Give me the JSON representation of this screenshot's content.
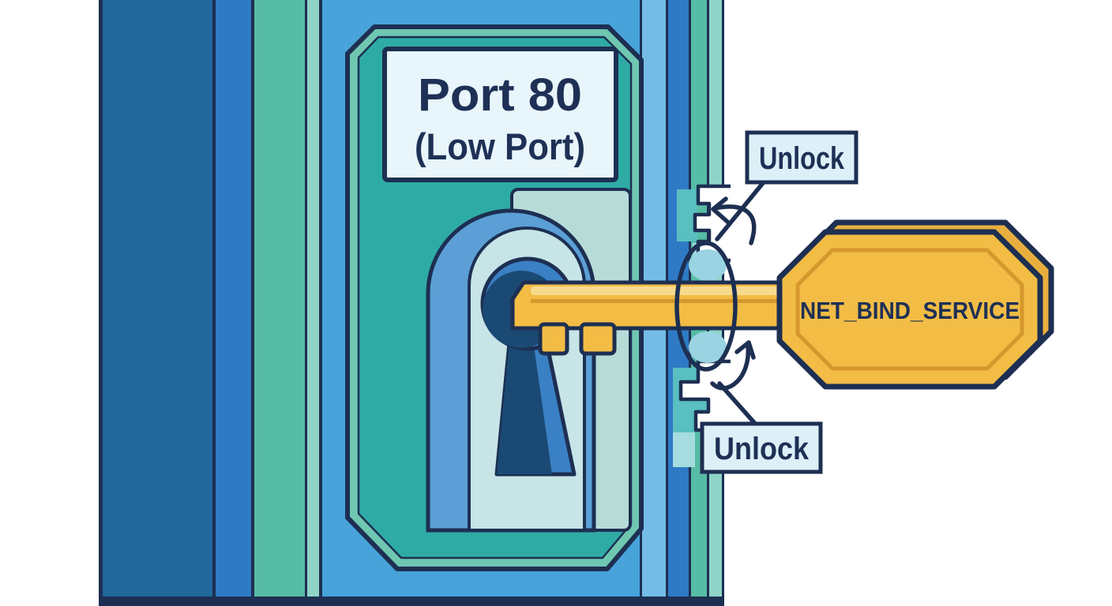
{
  "sign": {
    "title": "Port 80",
    "subtitle": "(Low Port)"
  },
  "key": {
    "label": "NET_BIND_SERVICE"
  },
  "callouts": {
    "top": {
      "label": "Unlock"
    },
    "bottom": {
      "label": "Unlock"
    }
  },
  "icons": [
    "door-icon",
    "keyhole-icon",
    "key-icon",
    "rotation-arrow-top-icon",
    "rotation-arrow-bottom-icon",
    "lock-cylinder-icon",
    "strike-notch-icon"
  ],
  "palette": {
    "background": "#ffffff",
    "outline_navy": "#1d2f52",
    "text_navy": "#1e3055",
    "door_dark_blue": "#21689b",
    "door_blue": "#2f7ac5",
    "door_teal": "#57bca5",
    "door_pale_teal": "#90d4c8",
    "door_face_blue": "#47a3da",
    "door_edge_light_blue": "#74bce6",
    "plate_green": "#6fc7b1",
    "plate_teal": "#2faba5",
    "recess_pale": "#b7dcd8",
    "arch_blue": "#5b9fd6",
    "arch_interior": "#c7e4e6",
    "keyhole_dark": "#1a4a74",
    "keyhole_blue": "#3a80c4",
    "sign_fill": "#e8f5fa",
    "callout_fill": "#ddf0f8",
    "key_gold": "#f2bc45",
    "key_gold_light": "#f8da8c",
    "key_gold_dark": "#d6982c",
    "key_gold_back": "#e9af3e",
    "cylinder_pale": "#9ad3e2",
    "patch_teal": "#59bfc0",
    "patch_pale": "#a5dce0"
  }
}
